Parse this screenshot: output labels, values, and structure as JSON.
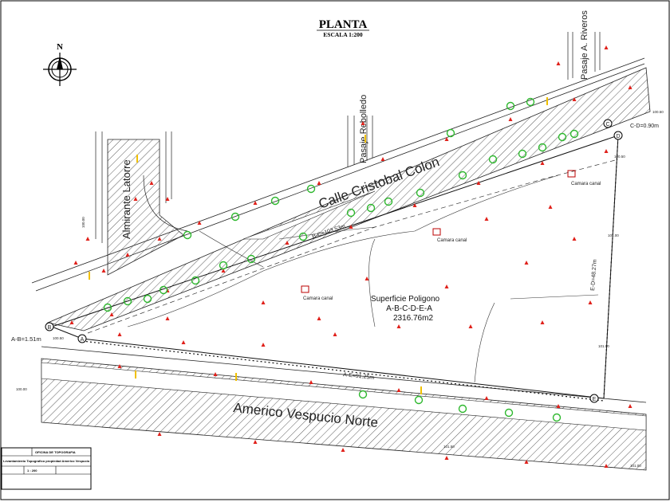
{
  "drawing": {
    "title": "PLANTA",
    "scale": "ESCALA 1:200",
    "north": "N"
  },
  "streets": {
    "cristobal_colon": "Calle Cristobal Colon",
    "americo_vespucio": "Americo Vespucio Norte",
    "almirante_latorre": "Almirante Latorre",
    "pasaje_rebolledo": "Pasaje Rebolledo",
    "pasaje_riveros": "Pasaje A. Riveros"
  },
  "polygon": {
    "line1": "Superficie Poligono",
    "line2": "A-B-C-D-E-A",
    "line3": "2316.76m2",
    "vertices": [
      "A",
      "B",
      "C",
      "D",
      "E"
    ],
    "sides": {
      "ab": "A-B=1.51m",
      "bc": "B-C=103.53m",
      "cd": "C-D=0.90m",
      "de": "E-D=48.27m",
      "ae": "A-E=91.25m"
    }
  },
  "features": {
    "camara_1": "Camara canal",
    "camara_2": "Camara canal",
    "camara_3": "Camara canal"
  },
  "elevations": {
    "e1": "100.00",
    "e2": "100.50",
    "e3": "100.00",
    "e4": "101.00",
    "e5": "100.50",
    "e6": "101.00",
    "e7": "101.50",
    "e8": "101.00",
    "e9": "100.50"
  },
  "title_block": {
    "c1": "OFICINA DE TOPOGRAFIA",
    "c2": "Levantamiento Topografico propiedad Americo Vespucio",
    "c3": "1 : 200"
  },
  "colors": {
    "line": "#1a1a1a",
    "marker_red": "#e0201a",
    "marker_green": "#2eb82e",
    "marker_yellow": "#f0c000"
  }
}
